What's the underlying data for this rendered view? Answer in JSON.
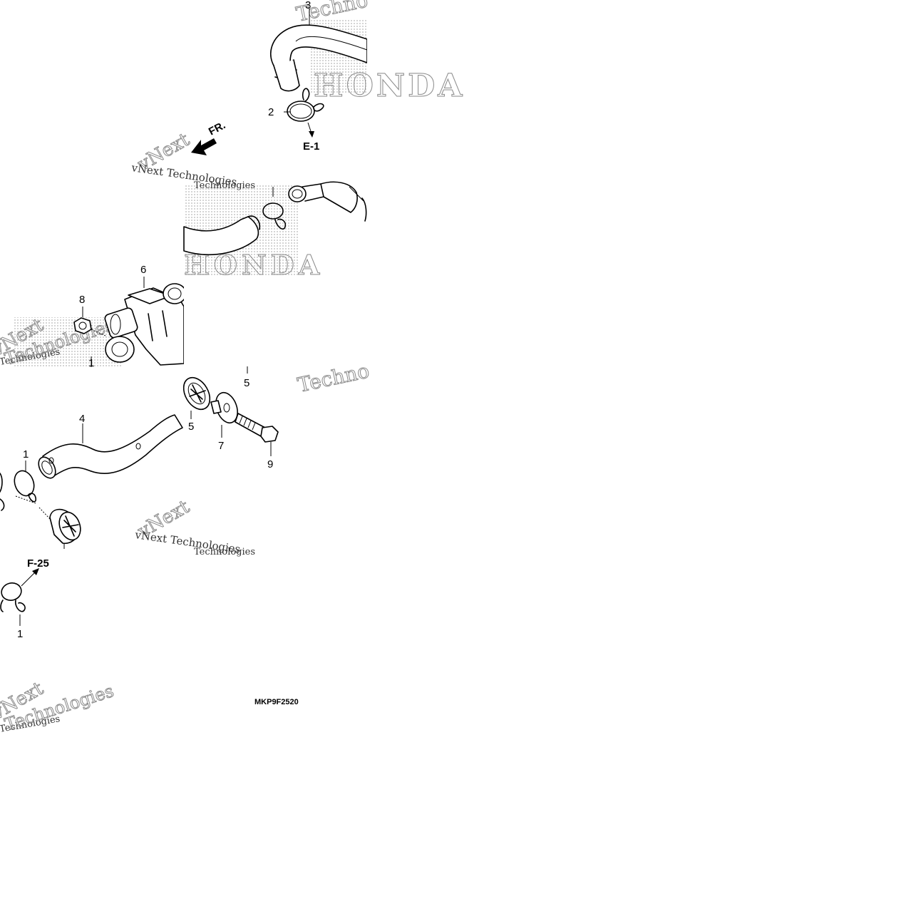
{
  "labels": {
    "p1a": "1",
    "p1b": "1",
    "p1c": "1",
    "p2": "2",
    "p3": "3",
    "p4": "4",
    "p5a": "5",
    "p5b": "5",
    "p6": "6",
    "p7": "7",
    "p8": "8",
    "p9": "9"
  },
  "refs": {
    "e1": "E-1",
    "f25": "F-25",
    "fr": "FR."
  },
  "code": "MKP9F2520",
  "watermark": {
    "brand": "vNext Technologies",
    "brand_short": "vNext",
    "brand_tech": "Technologies",
    "techno": "Techno",
    "honda": "HONDA"
  },
  "colors": {
    "line": "#000000",
    "background": "#ffffff",
    "watermark": "#8a8a8a",
    "dots": "#b5b5b5"
  }
}
